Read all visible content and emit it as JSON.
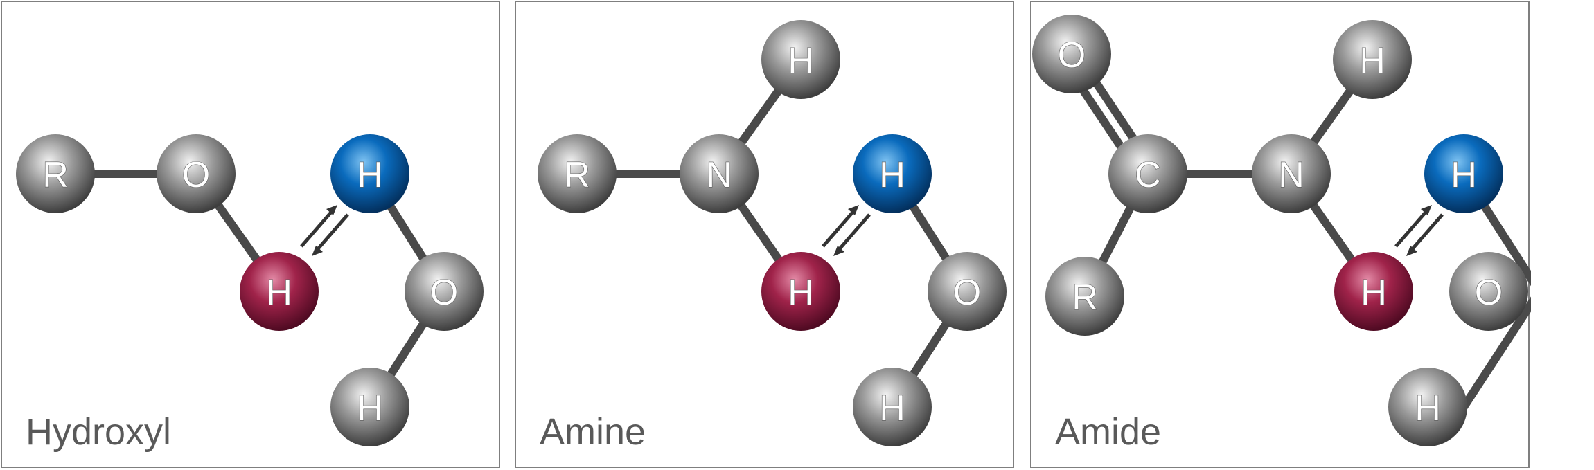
{
  "panels": [
    {
      "id": "hydroxyl",
      "label": "Hydroxyl",
      "atoms": [
        {
          "key": "r",
          "symbol": "R",
          "color": "grey"
        },
        {
          "key": "o1",
          "symbol": "O",
          "color": "grey"
        },
        {
          "key": "h1",
          "symbol": "H",
          "color": "red"
        },
        {
          "key": "h2",
          "symbol": "H",
          "color": "blue"
        },
        {
          "key": "o2",
          "symbol": "O",
          "color": "grey"
        },
        {
          "key": "h3",
          "symbol": "H",
          "color": "grey"
        }
      ]
    },
    {
      "id": "amine",
      "label": "Amine",
      "atoms": [
        {
          "key": "r",
          "symbol": "R",
          "color": "grey"
        },
        {
          "key": "n",
          "symbol": "N",
          "color": "grey"
        },
        {
          "key": "ht",
          "symbol": "H",
          "color": "grey"
        },
        {
          "key": "h1",
          "symbol": "H",
          "color": "red"
        },
        {
          "key": "h2",
          "symbol": "H",
          "color": "blue"
        },
        {
          "key": "o2",
          "symbol": "O",
          "color": "grey"
        },
        {
          "key": "h3",
          "symbol": "H",
          "color": "grey"
        }
      ]
    },
    {
      "id": "amide",
      "label": "Amide",
      "atoms": [
        {
          "key": "o",
          "symbol": "O",
          "color": "grey"
        },
        {
          "key": "c",
          "symbol": "C",
          "color": "grey"
        },
        {
          "key": "r",
          "symbol": "R",
          "color": "grey"
        },
        {
          "key": "n",
          "symbol": "N",
          "color": "grey"
        },
        {
          "key": "ht",
          "symbol": "H",
          "color": "grey"
        },
        {
          "key": "h1",
          "symbol": "H",
          "color": "red"
        },
        {
          "key": "h2",
          "symbol": "H",
          "color": "blue"
        },
        {
          "key": "o2",
          "symbol": "O",
          "color": "grey"
        },
        {
          "key": "h3",
          "symbol": "H",
          "color": "grey"
        }
      ]
    }
  ],
  "colors": {
    "grey": "#8c8c8c",
    "red": "#a0234a",
    "blue": "#0a6bbd",
    "bond": "#4a4a4a",
    "border": "#7f7f7f",
    "label": "#595959"
  }
}
